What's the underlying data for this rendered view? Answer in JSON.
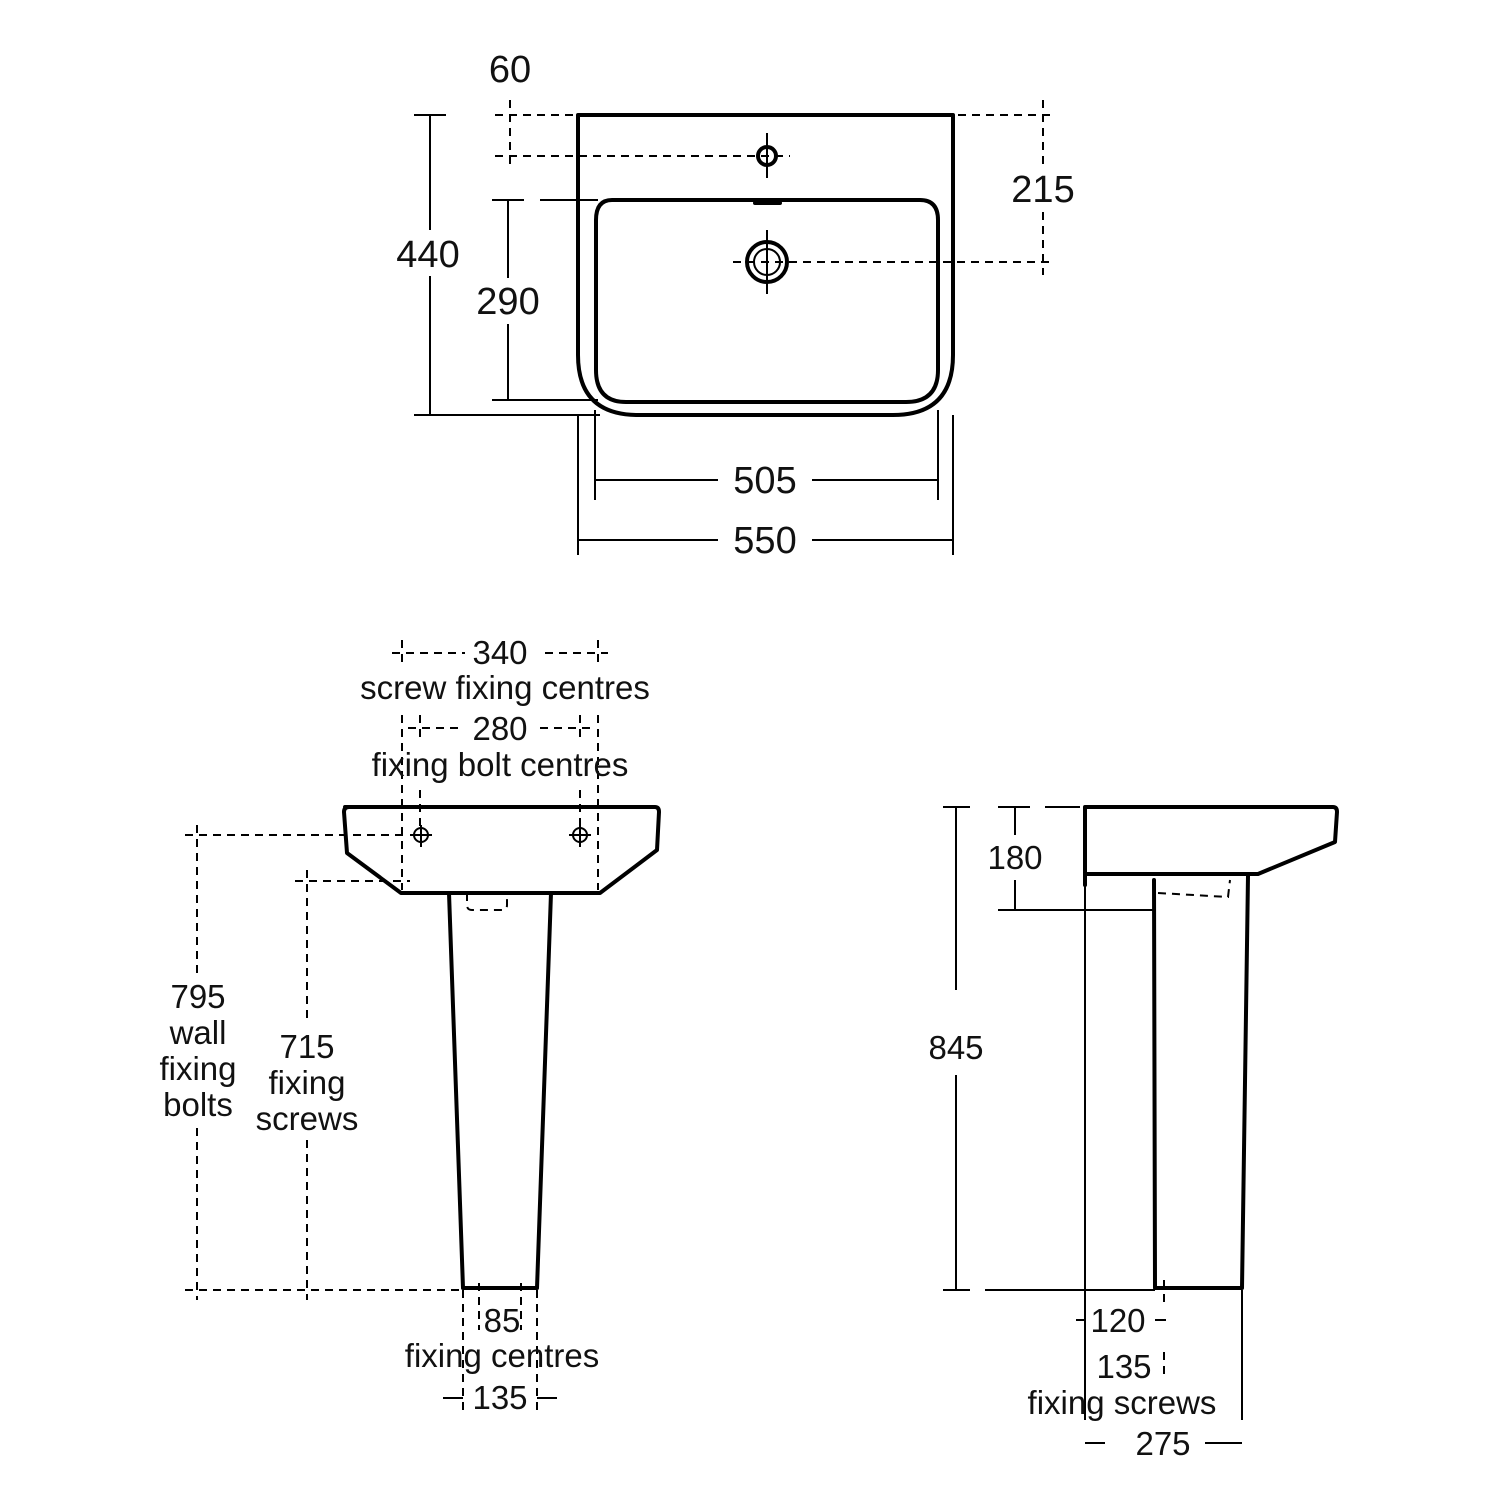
{
  "plan_view": {
    "labels": {
      "tap_hole_offset": "60",
      "overall_depth": "440",
      "bowl_depth": "290",
      "waste_from_wall": "215",
      "bowl_width": "505",
      "overall_width": "550"
    }
  },
  "front_view": {
    "labels": {
      "screw_centres_value": "340",
      "screw_centres_text": "screw fixing centres",
      "bolt_centres_value": "280",
      "bolt_centres_text": "fixing bolt centres",
      "wall_bolts_value": "795",
      "wall_bolts_line1": "wall",
      "wall_bolts_line2": "fixing",
      "wall_bolts_line3": "bolts",
      "screws_value": "715",
      "screws_line1": "fixing",
      "screws_line2": "screws",
      "foot_centres_value": "85",
      "foot_centres_text": "fixing centres",
      "foot_width_value": "135"
    }
  },
  "side_view": {
    "labels": {
      "basin_height": "180",
      "overall_height": "845",
      "pedestal_depth": "120",
      "screws_value": "135",
      "screws_text": "fixing screws",
      "overall_projection": "275"
    }
  }
}
